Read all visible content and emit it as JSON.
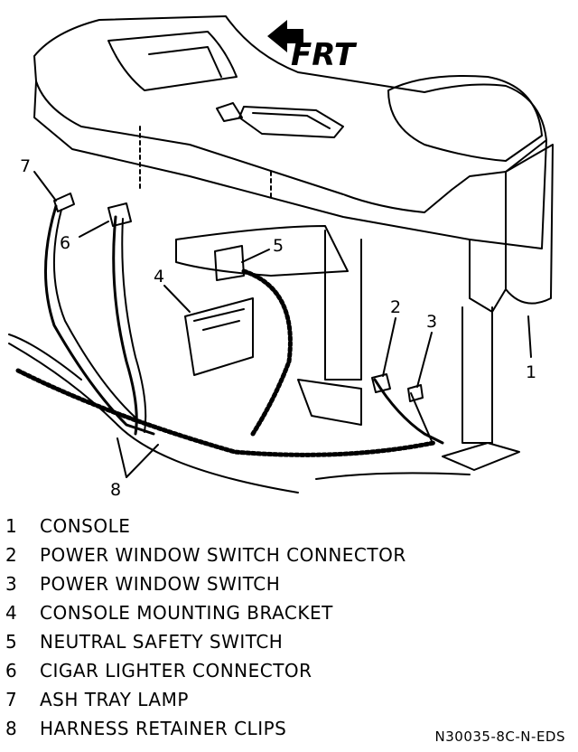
{
  "direction_label": "FRT",
  "callouts": [
    "1",
    "2",
    "3",
    "4",
    "5",
    "6",
    "7",
    "8"
  ],
  "legend": [
    {
      "num": "1",
      "text": "CONSOLE"
    },
    {
      "num": "2",
      "text": "POWER WINDOW SWITCH CONNECTOR"
    },
    {
      "num": "3",
      "text": "POWER WINDOW SWITCH"
    },
    {
      "num": "4",
      "text": "CONSOLE MOUNTING BRACKET"
    },
    {
      "num": "5",
      "text": "NEUTRAL SAFETY SWITCH"
    },
    {
      "num": "6",
      "text": "CIGAR LIGHTER CONNECTOR"
    },
    {
      "num": "7",
      "text": "ASH TRAY LAMP"
    },
    {
      "num": "8",
      "text": "HARNESS RETAINER CLIPS"
    }
  ],
  "figure_code": "N30035-8C-N-EDS"
}
